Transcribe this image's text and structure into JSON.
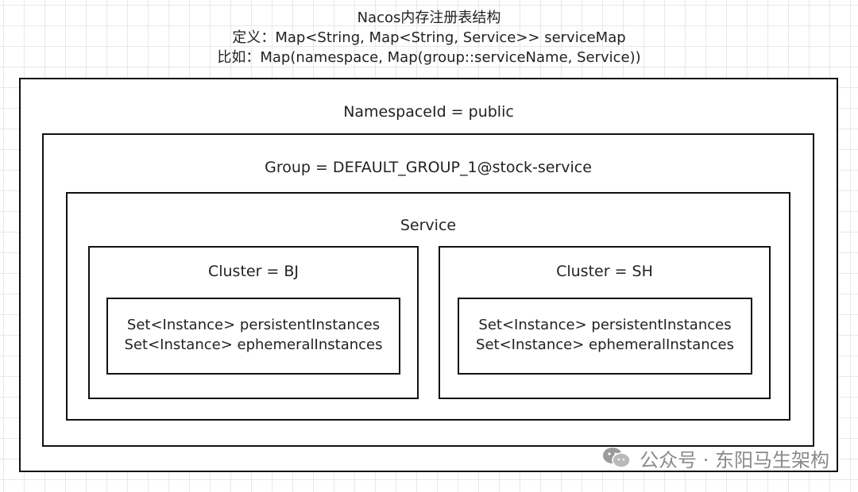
{
  "header": {
    "title": "Nacos内存注册表结构",
    "definition": "定义：Map<String, Map<String, Service>> serviceMap",
    "example": "比如：Map(namespace, Map(group::serviceName, Service))"
  },
  "diagram": {
    "namespace_label": "NamespaceId = public",
    "group_label": "Group = DEFAULT_GROUP_1@stock-service",
    "service_label": "Service",
    "clusters": [
      {
        "label": "Cluster = BJ",
        "instances": [
          "Set<Instance> persistentInstances",
          "Set<Instance> ephemeralInstances"
        ]
      },
      {
        "label": "Cluster = SH",
        "instances": [
          "Set<Instance> persistentInstances",
          "Set<Instance> ephemeralInstances"
        ]
      }
    ]
  },
  "watermark": {
    "text": "公众号 · 东阳马生架构",
    "icon": "wechat-icon"
  }
}
